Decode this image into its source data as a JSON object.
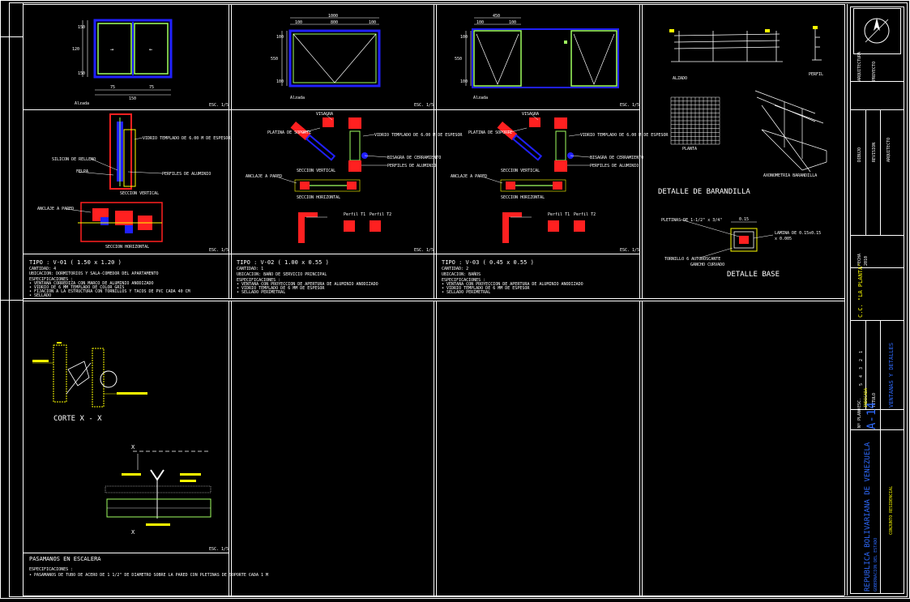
{
  "colors": {
    "background": "#000000",
    "frame": "#ffffff",
    "profile_blue": "#2020ff",
    "glass_green": "#a0ff60",
    "section_red": "#ff2020",
    "dimension_cyan": "#00ffff",
    "annotation_yellow": "#ffff00"
  },
  "panels": {
    "v01": {
      "elev_dims": {
        "width": "150",
        "half_left": "75",
        "half_right": "75",
        "h_top": "150",
        "h_left": "120",
        "h_bottom": "150"
      },
      "elev_label": "Alzada",
      "scale": "ESC. 1/5",
      "callouts": [
        "VIDRIO TEMPLADO DE 6.00 M DE ESPESOR",
        "SILICON DE RELLENO",
        "FELPA",
        "PERFILES DE ALUMINIO",
        "SECCION VERTICAL",
        "ANCLAJE A PARED",
        "SECCION HORIZONTAL"
      ],
      "title": "TIPO : V-01  ( 1.50 x 1.20 )",
      "spec_lines": [
        "CANTIDAD: 4",
        "UBICACION: DORMITORIOS Y SALA-COMEDOR DEL APARTAMENTO",
        "ESPECIFICACIONES :",
        "•  VENTANA CORREDIZA CON MARCO DE ALUMINIO ANODIZADO",
        "•  VIDRIO DE 6 MM TEMPLADO DE COLOR GRIS",
        "•  FIJACION A LA ESTRUCTURA CON TORNILLOS Y TACOS DE PVC CADA 40 CM",
        "•  SELLADO"
      ]
    },
    "v02": {
      "elev_dims": {
        "width": "1000",
        "left": "100",
        "center": "800",
        "right": "100",
        "h_total": "550",
        "h_top": "100",
        "h_bottom": "100"
      },
      "elev_label": "Alzada",
      "scale": "ESC. 1/5",
      "callouts": [
        "VISAGRA",
        "PLATINA DE SOPORTE",
        "VIDRIO TEMPLADO DE 6.00 M DE ESPESOR",
        "BISAGRA DE CERRAMIENTO",
        "PERFILES DE ALUMINIO",
        "ANCLAJE A PARED",
        "SECCION VERTICAL",
        "SECCION HORIZONTAL",
        "Perfil T1",
        "Perfil T2"
      ],
      "title": "TIPO : V-02  ( 1.00 x 0.55 )",
      "spec_lines": [
        "CANTIDAD: 1",
        "UBICACION: BAÑO DE SERVICIO PRINCIPAL",
        "ESPECIFICACIONES :",
        "•  VENTANA CON PROYECCION DE APERTURA DE ALUMINIO ANODIZADO",
        "•  VIDRIO TEMPLADO DE 6 MM DE ESPESOR",
        "•  SELLADO PERIMETRAL"
      ]
    },
    "v03": {
      "elev_dims": {
        "width": "450",
        "left": "100",
        "right": "100",
        "h_total": "550",
        "h_top": "100",
        "h_bottom": "100"
      },
      "elev_label": "Alzada",
      "scale": "ESC. 1/5",
      "callouts": [
        "VISAGRA",
        "PLATINA DE SOPORTE",
        "VIDRIO TEMPLADO DE 6.00 M DE ESPESOR",
        "BISAGRA DE CERRAMIENTO",
        "PERFILES DE ALUMINIO",
        "ANCLAJE A PARED",
        "SECCION VERTICAL",
        "SECCION HORIZONTAL",
        "Perfil T1",
        "Perfil T2"
      ],
      "title": "TIPO : V-03  ( 0.45 x 0.55 )",
      "spec_lines": [
        "CANTIDAD: 2",
        "UBICACION: BAÑOS",
        "ESPECIFICACIONES :",
        "•  VENTANA CON PROYECCION DE APERTURA DE ALUMINIO ANODIZADO",
        "•  VIDRIO TEMPLADO DE 6 MM DE ESPESOR",
        "•  SELLADO PERIMETRAL"
      ]
    },
    "barandilla": {
      "alzado": "ALZADO",
      "perfil": "PERFIL",
      "planta": "PLANTA",
      "axonometria": "AXONOMETRIA BARANDILLA",
      "title": "DETALLE DE BARANDILLA",
      "base_title": "DETALLE BASE",
      "base_callouts": [
        "PLETINAS DE 1-1/2\" x 3/4\"",
        "0.15",
        "LAMINA DE 0.15x0.15",
        "x 0.005",
        "TORNILLO 6 AUTOROSCANTE",
        "GANCHO CURVADO"
      ]
    },
    "pasamanos": {
      "corte_title": "CORTE X - X",
      "marker": "X",
      "scale": "ESC. 1/5",
      "title": "PASAMANOS EN ESCALERA",
      "spec_lines": [
        "ESPECIFICACIONES :",
        "•  PASAMANOS DE TUBO DE ACERO DE 1 1/2\" DE DIAMETRO SOBRE LA PARED CON PLETINAS DE SOPORTE CADA 1 M"
      ]
    }
  },
  "title_block": {
    "sheet_number": "A-14",
    "sheet_label": "Nº PLANO",
    "republic": "REPUBLICA BOLIVARIANA DE VENEZUELA",
    "subtitle": "GOBERNACION DEL ESTADO",
    "project": "CONJUNTO RESIDENCIAL",
    "project_name": "C.C. \"LA PLANTA\"",
    "drawing_title": "VENTANAS Y DETALLES",
    "scale": "INDICADA",
    "scale_label": "ESC.",
    "tit_label": "TITULO",
    "role_labels": [
      "PROYECTO",
      "DIBUJO",
      "REVISION",
      "ARQUITECTO"
    ],
    "revision_list": [
      "1",
      "2",
      "3",
      "4",
      "5"
    ],
    "dates": [
      "FECHA",
      "2010"
    ],
    "names_label": "ARQUITECTURA"
  }
}
